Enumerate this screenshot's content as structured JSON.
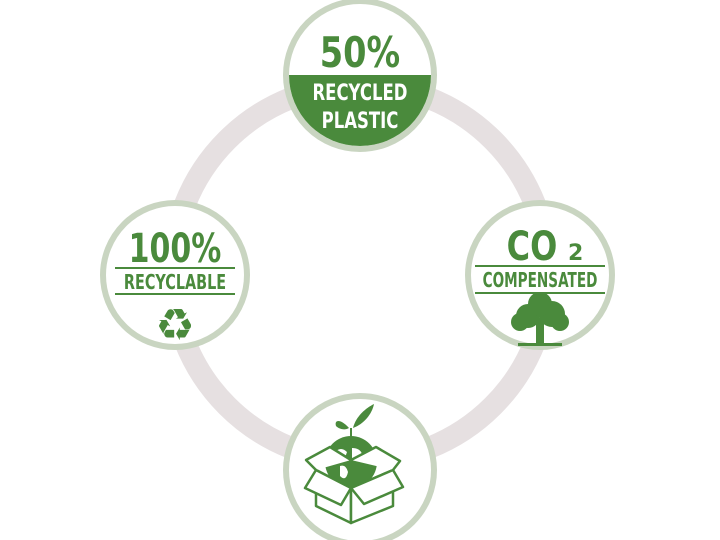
{
  "colors": {
    "green": "#4a8a3c",
    "ring": "#e6e0e1",
    "border": "#c9d5c1"
  },
  "top": {
    "value": "50%",
    "line1": "RECYCLED",
    "line2": "PLASTIC"
  },
  "left": {
    "value": "100%",
    "label": "RECYCLABLE",
    "icon": "recycle-icon"
  },
  "right": {
    "value": "CO",
    "sub": "2",
    "label": "COMPENSATED",
    "icon": "tree-icon"
  },
  "bottom": {
    "icon": "earth-in-box-icon"
  }
}
